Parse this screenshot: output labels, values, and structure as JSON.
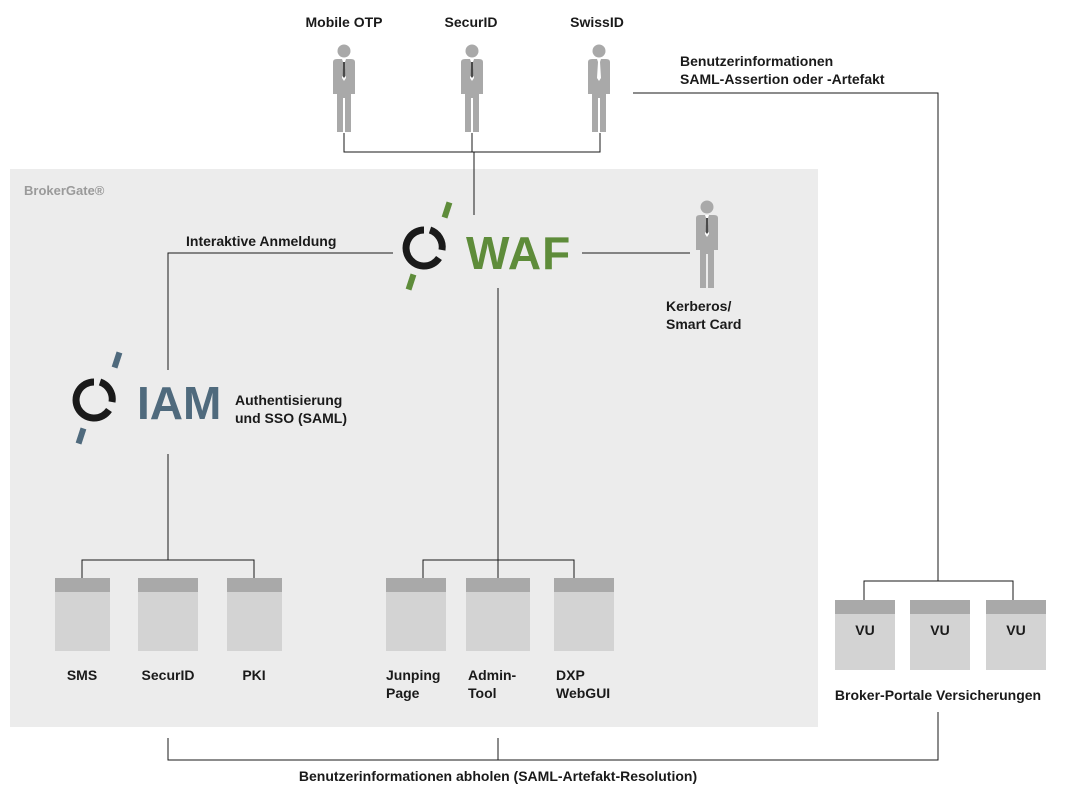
{
  "users_top": [
    "Mobile OTP",
    "SecurID",
    "SwissID"
  ],
  "top_right_label": "Benutzerinformationen\nSAML-Assertion oder -Artefakt",
  "panel_title": "BrokerGate®",
  "interactive_login": "Interaktive Anmeldung",
  "waf_text": "WAF",
  "iam_text": "IAM",
  "kerberos_label": "Kerberos/\nSmart Card",
  "iam_desc": "Authentisierung\nund SSO (SAML)",
  "auth_methods": [
    "SMS",
    "SecurID",
    "PKI"
  ],
  "apps": [
    "Junping\nPage",
    "Admin-\nTool",
    "DXP\nWebGUI"
  ],
  "portal_boxes": [
    "VU",
    "VU",
    "VU"
  ],
  "portals_label": "Broker-Portale Versicherungen",
  "bottom_label": "Benutzerinformationen abholen (SAML-Artefakt-Resolution)",
  "colors": {
    "waf_green": "#5e8c3a",
    "iam_slate": "#4f6a7d",
    "panel": "#ececec",
    "person": "#a9a9a9",
    "box": "#d3d3d3",
    "box_cap": "#a9a9a9"
  },
  "icons": [
    "person-icon",
    "waf-logo-icon",
    "iam-logo-icon"
  ]
}
